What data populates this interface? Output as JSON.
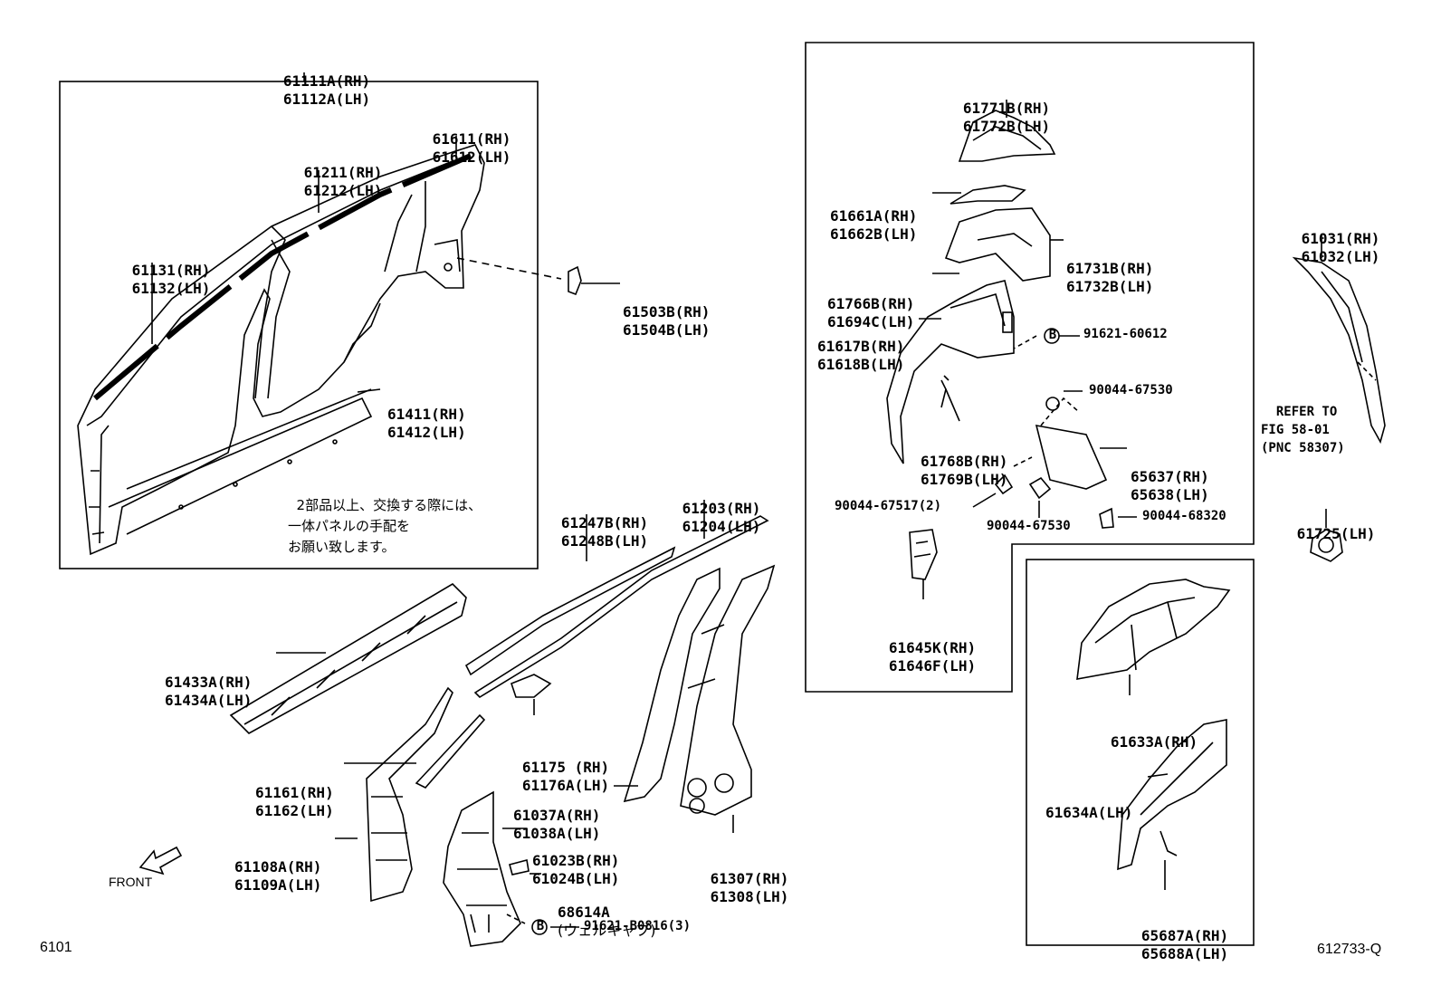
{
  "frame_top_label": [
    "61111A(RH)",
    "61112A(LH)"
  ],
  "labels": {
    "p61611": [
      "61611(RH)",
      "61612(LH)"
    ],
    "p61211": [
      "61211(RH)",
      "61212(LH)"
    ],
    "p61131": [
      "61131(RH)",
      "61132(LH)"
    ],
    "p61503": [
      "61503B(RH)",
      "61504B(LH)"
    ],
    "p61411": [
      "61411(RH)",
      "61412(LH)"
    ],
    "p61771": [
      "61771B(RH)",
      "61772B(LH)"
    ],
    "p61661": [
      "61661A(RH)",
      "61662B(LH)"
    ],
    "p61731": [
      "61731B(RH)",
      "61732B(LH)"
    ],
    "p61766": [
      "61766B(RH)",
      "61694C(LH)"
    ],
    "p61617": [
      "61617B(RH)",
      "61618B(LH)"
    ],
    "p61768": [
      "61768B(RH)",
      "61769B(LH)"
    ],
    "p65637": [
      "65637(RH)",
      "65638(LH)"
    ],
    "p61645": [
      "61645K(RH)",
      "61646F(LH)"
    ],
    "p61031": [
      "61031(RH)",
      "61032(LH)"
    ],
    "p61725": [
      "61725(LH)"
    ],
    "p61247": [
      "61247B(RH)",
      "61248B(LH)"
    ],
    "p61203": [
      "61203(RH)",
      "61204(LH)"
    ],
    "p61433": [
      "61433A(RH)",
      "61434A(LH)"
    ],
    "p61175": [
      "61175 (RH)",
      "61176A(LH)"
    ],
    "p61161": [
      "61161(RH)",
      "61162(LH)"
    ],
    "p61037": [
      "61037A(RH)",
      "61038A(LH)"
    ],
    "p61108": [
      "61108A(RH)",
      "61109A(LH)"
    ],
    "p61023": [
      "61023B(RH)",
      "61024B(LH)"
    ],
    "p68614": [
      "68614A",
      "(ウェルキャブ)"
    ],
    "p61307": [
      "61307(RH)",
      "61308(LH)"
    ],
    "p61633": [
      "61633A(RH)"
    ],
    "p61634": [
      "61634A(LH)"
    ],
    "p65687": [
      "65687A(RH)",
      "65688A(LH)"
    ]
  },
  "bolts": {
    "b91621_60612": "91621-60612",
    "b90044_67530a": "90044-67530",
    "b90044_67517": "90044-67517(2)",
    "b90044_67530b": "90044-67530",
    "b90044_68320": "90044-68320",
    "b91621_b0816": "91621-B0816(3)",
    "marker": "B"
  },
  "refer_note": [
    "REFER TO",
    "FIG 58-01",
    "(PNC 58307)"
  ],
  "jp_note": [
    "2部品以上、交換する際には、",
    "一体パネルの手配を",
    "お願い致します。"
  ],
  "front_label": "FRONT",
  "footer_left": "6101",
  "footer_right": "612733-Q"
}
